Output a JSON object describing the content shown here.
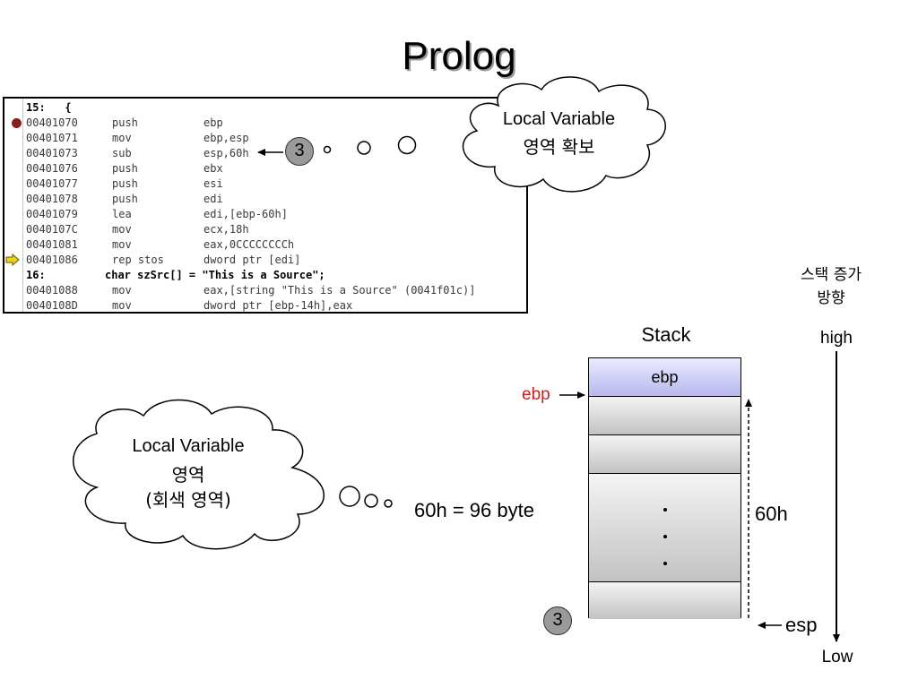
{
  "title": "Prolog",
  "code": {
    "lines": [
      {
        "kind": "src",
        "text": "15:   {"
      },
      {
        "kind": "asm",
        "addr": "00401070",
        "mnemonic": "push",
        "operand": "ebp",
        "breakpoint": true
      },
      {
        "kind": "asm",
        "addr": "00401071",
        "mnemonic": "mov",
        "operand": "ebp,esp"
      },
      {
        "kind": "asm",
        "addr": "00401073",
        "mnemonic": "sub",
        "operand": "esp,60h"
      },
      {
        "kind": "asm",
        "addr": "00401076",
        "mnemonic": "push",
        "operand": "ebx"
      },
      {
        "kind": "asm",
        "addr": "00401077",
        "mnemonic": "push",
        "operand": "esi"
      },
      {
        "kind": "asm",
        "addr": "00401078",
        "mnemonic": "push",
        "operand": "edi"
      },
      {
        "kind": "asm",
        "addr": "00401079",
        "mnemonic": "lea",
        "operand": "edi,[ebp-60h]"
      },
      {
        "kind": "asm",
        "addr": "0040107C",
        "mnemonic": "mov",
        "operand": "ecx,18h"
      },
      {
        "kind": "asm",
        "addr": "00401081",
        "mnemonic": "mov",
        "operand": "eax,0CCCCCCCCh"
      },
      {
        "kind": "asm",
        "addr": "00401086",
        "mnemonic": "rep stos",
        "operand": "dword ptr [edi]",
        "current": true
      },
      {
        "kind": "src",
        "text": "16:",
        "source": "char szSrc[] = \"This is a Source\";"
      },
      {
        "kind": "asm",
        "addr": "00401088",
        "mnemonic": "mov",
        "operand": "eax,[string \"This is a Source\" (0041f01c)]"
      },
      {
        "kind": "asm",
        "addr": "0040108D",
        "mnemonic": "mov",
        "operand": "dword ptr [ebp-14h],eax"
      }
    ]
  },
  "annotations": {
    "step_badge": "3",
    "cloud_top": {
      "line1": "Local Variable",
      "line2": "영역 확보"
    },
    "cloud_left": {
      "line1": "Local Variable",
      "line2": "영역",
      "line3": "(회색 영역)"
    },
    "size_label": "60h = 96 byte",
    "growth_label": {
      "line1": "스택 증가",
      "line2": "방향"
    },
    "high_label": "high",
    "low_label": "Low"
  },
  "stack": {
    "title": "Stack",
    "top_slot_label": "ebp",
    "ebp_pointer": "ebp",
    "esp_pointer": "esp",
    "span_label": "60h",
    "step_badge": "3"
  },
  "colors": {
    "ebp_pointer_text": "#cc1f1f",
    "ebp_slot_fill": "#c8c8f4",
    "gray_slot_fill": "#c2c2c2",
    "breakpoint": "#8b1c1c",
    "current_arrow": "#e8d21a"
  }
}
